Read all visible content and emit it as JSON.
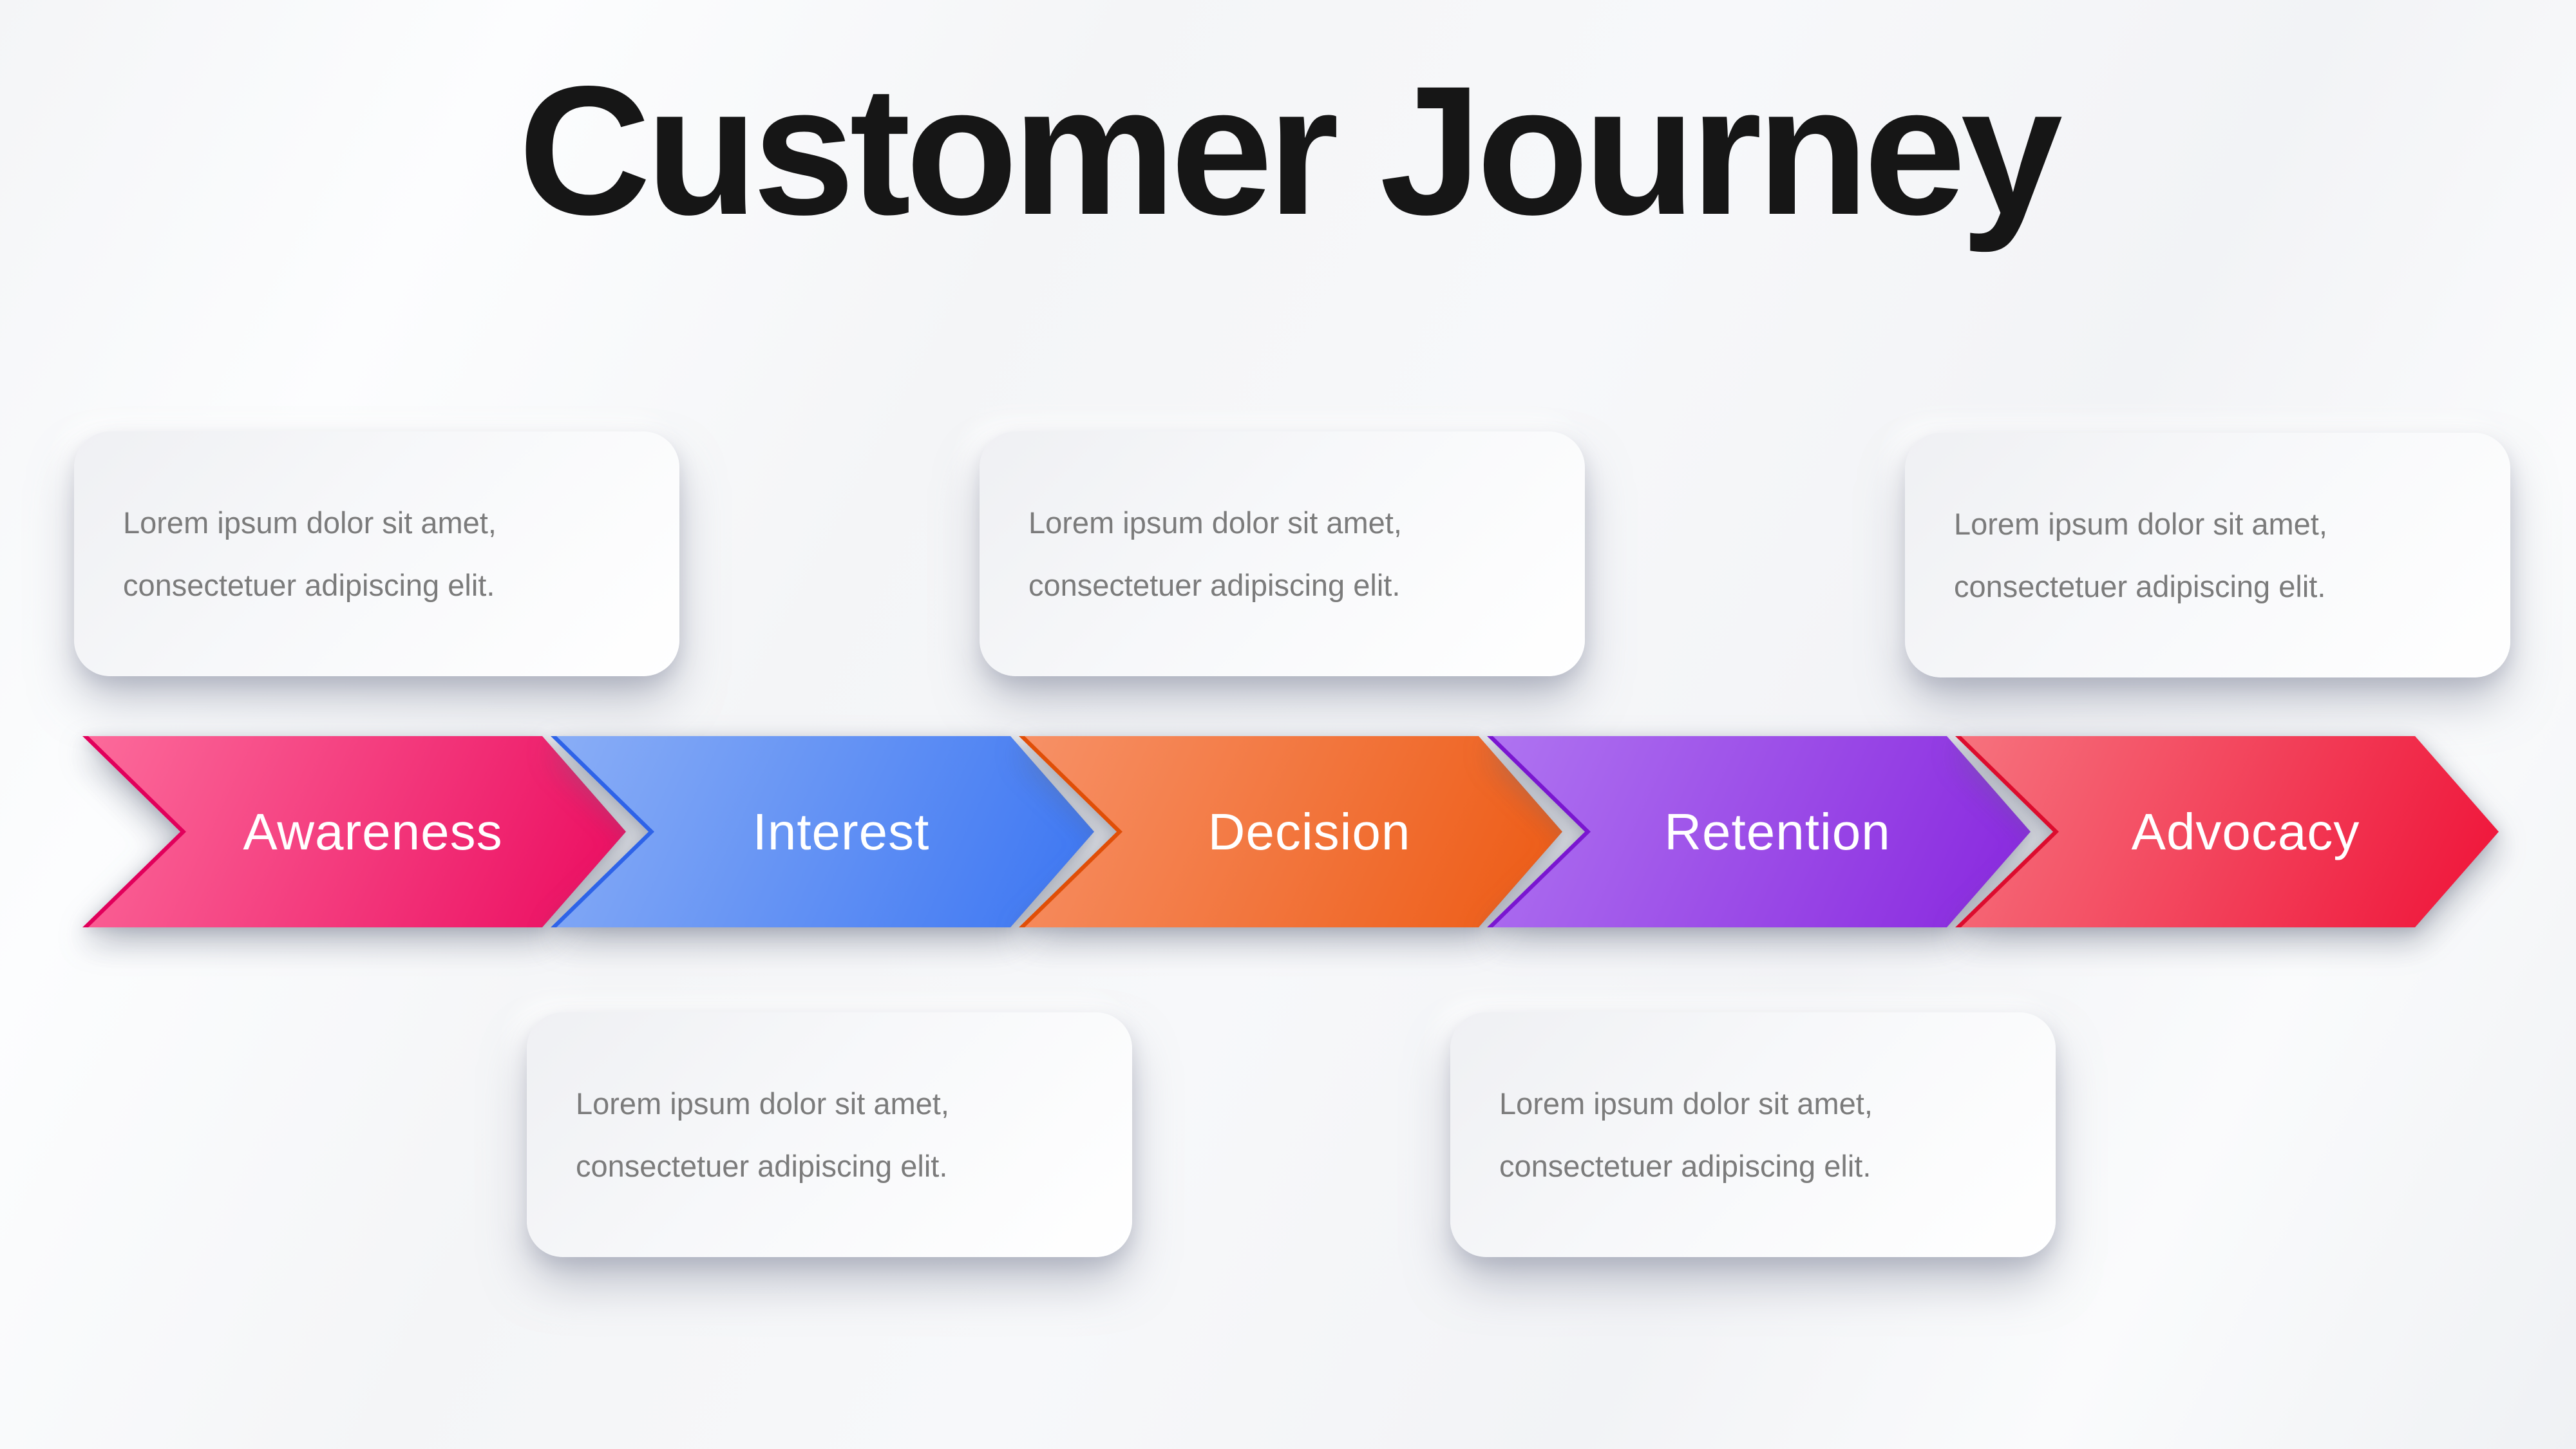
{
  "title": "Customer Journey",
  "stages": [
    {
      "label": "Awareness",
      "color_start": "#fc6b9b",
      "color_end": "#eb0a5f",
      "edge_color": "#e1005b"
    },
    {
      "label": "Interest",
      "color_start": "#8aaef6",
      "color_end": "#3b75f2",
      "edge_color": "#2e63e8"
    },
    {
      "label": "Decision",
      "color_start": "#f79167",
      "color_end": "#ed5a13",
      "edge_color": "#e04e07"
    },
    {
      "label": "Retention",
      "color_start": "#af74f1",
      "color_end": "#8826de",
      "edge_color": "#7a16d0"
    },
    {
      "label": "Advocacy",
      "color_start": "#f6737e",
      "color_end": "#ef1238",
      "edge_color": "#dc0c2e"
    }
  ],
  "cards": [
    {
      "position": "top-awareness",
      "line1": "Lorem ipsum dolor sit amet,",
      "line2": "consectetuer adipiscing elit."
    },
    {
      "position": "top-decision",
      "line1": "Lorem ipsum dolor sit amet,",
      "line2": "consectetuer adipiscing elit."
    },
    {
      "position": "top-advocacy",
      "line1": "Lorem ipsum dolor sit amet,",
      "line2": "consectetuer adipiscing elit."
    },
    {
      "position": "bottom-interest",
      "line1": "Lorem ipsum dolor sit amet,",
      "line2": "consectetuer adipiscing elit."
    },
    {
      "position": "bottom-retention",
      "line1": "Lorem ipsum dolor sit amet,",
      "line2": "consectetuer adipiscing elit."
    }
  ]
}
